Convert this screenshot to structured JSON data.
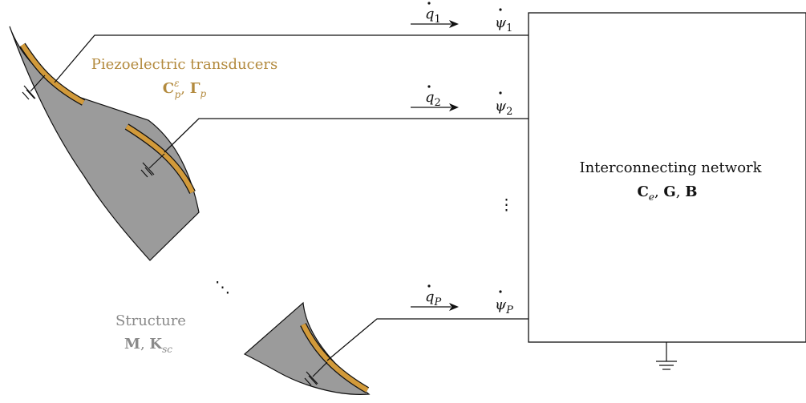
{
  "diagram": {
    "colors": {
      "structure_fill": "#9b9b9b",
      "transducer": "#d29a3a",
      "transducer_label": "#b38a3e",
      "structure_label": "#8a8a8a",
      "line": "#111111"
    },
    "transducers_label": {
      "title": "Piezoelectric transducers",
      "matrix_c": "C",
      "matrix_c_sup": "ε",
      "matrix_c_sub": "p",
      "sep": ", ",
      "matrix_gamma": "Γ",
      "matrix_gamma_sub": "p"
    },
    "structure_label": {
      "title": "Structure",
      "matrix_m": "M",
      "sep": ", ",
      "matrix_k": "K",
      "matrix_k_sub": "sc"
    },
    "network_label": {
      "title": "Interconnecting network",
      "matrix_c": "C",
      "matrix_c_sub": "e",
      "sep1": ", ",
      "matrix_g": "G",
      "sep2": ", ",
      "matrix_b": "B"
    },
    "ports": [
      {
        "flow": "q",
        "flow_sub": "1",
        "effort": "ψ",
        "effort_sub": "1"
      },
      {
        "flow": "q",
        "flow_sub": "2",
        "effort": "ψ",
        "effort_sub": "2"
      },
      {
        "flow": "q",
        "flow_sub": "P",
        "effort": "ψ",
        "effort_sub": "P"
      }
    ],
    "vdots": "⋮",
    "ddots": "⋱"
  }
}
